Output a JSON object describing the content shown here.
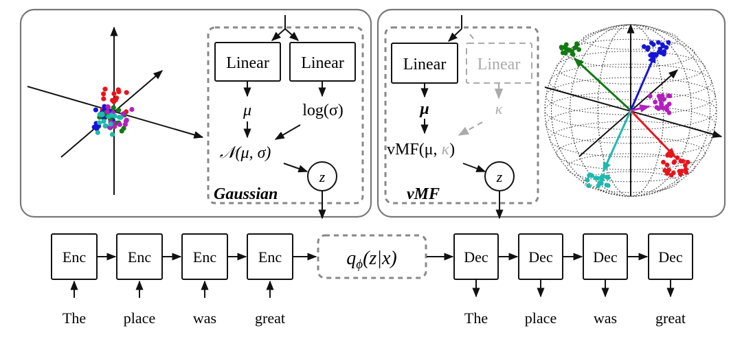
{
  "gaussian_panel": {
    "title": "Gaussian",
    "linear_left": "Linear",
    "linear_right": "Linear",
    "mu": "μ",
    "log_sigma": "log(σ)",
    "normal": "𝒩(μ, σ)",
    "z": "z"
  },
  "vmf_panel": {
    "title": "vMF",
    "linear_active": "Linear",
    "linear_inactive": "Linear",
    "mu": "μ",
    "kappa": "κ",
    "vmf_prefix": "vMF(μ, ",
    "vmf_kappa": "κ",
    "vmf_suffix": ")",
    "z": "z"
  },
  "posterior": {
    "label_q": "q",
    "label_sub": "ϕ",
    "label_rest": "(z|x)"
  },
  "encoder": {
    "cells": [
      "Enc",
      "Enc",
      "Enc",
      "Enc"
    ],
    "inputs": [
      "The",
      "place",
      "was",
      "great"
    ]
  },
  "decoder": {
    "cells": [
      "Dec",
      "Dec",
      "Dec",
      "Dec"
    ],
    "outputs": [
      "The",
      "place",
      "was",
      "great"
    ]
  },
  "colors": {
    "red": "#e8141b",
    "blue": "#1515d6",
    "green": "#127a12",
    "magenta": "#b41fc0",
    "cyan": "#1fb9b0",
    "panel_border": "#777777",
    "dash": "#888888",
    "ghost": "#aaaaaa"
  }
}
